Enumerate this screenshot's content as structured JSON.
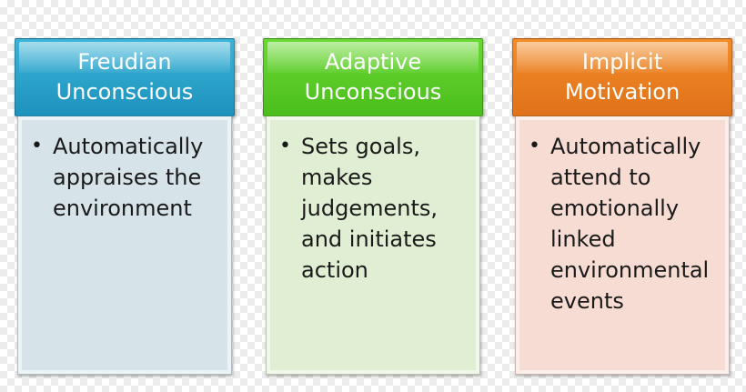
{
  "cards": [
    {
      "title_lines": [
        "Freudian",
        "Unconscious"
      ],
      "bullet_lines": [
        "Automatically",
        "appraises the",
        "environment"
      ],
      "header_color": "#3bb4d8",
      "header_color_dark": "#1d92bd",
      "body_color": "#d6e4ea"
    },
    {
      "title_lines": [
        "Adaptive",
        "Unconscious"
      ],
      "bullet_lines": [
        "Sets goals,",
        "makes",
        "judgements,",
        "and initiates",
        "action"
      ],
      "header_color": "#6ad933",
      "header_color_dark": "#4bbd1c",
      "body_color": "#e0efd3"
    },
    {
      "title_lines": [
        "Implicit",
        "Motivation"
      ],
      "bullet_lines": [
        "Automatically",
        "attend to",
        "emotionally",
        "linked",
        "environmental",
        "events"
      ],
      "header_color": "#f28c28",
      "header_color_dark": "#e0721a",
      "body_color": "#f6dcd2"
    }
  ]
}
